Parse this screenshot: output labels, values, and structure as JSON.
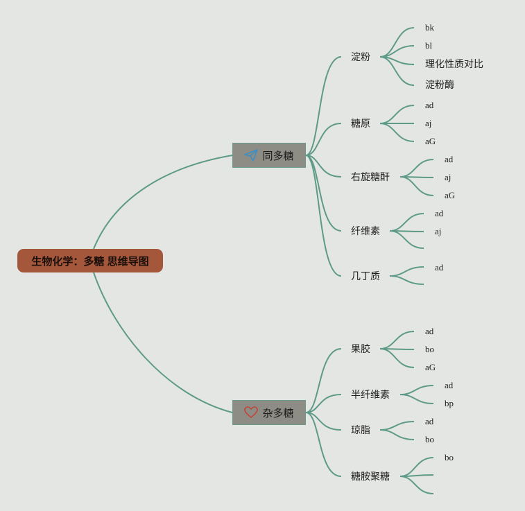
{
  "root": {
    "label": "生物化学：多糖 思维导图"
  },
  "branches": [
    {
      "label": "同多糖",
      "icon": "paper-plane-icon",
      "children": [
        {
          "label": "淀粉",
          "leaves": [
            "bk",
            "bl",
            "理化性质对比",
            "淀粉酶"
          ]
        },
        {
          "label": "糖原",
          "leaves": [
            "ad",
            "aj",
            "aG"
          ]
        },
        {
          "label": "右旋糖酐",
          "leaves": [
            "ad",
            "aj",
            "aG"
          ]
        },
        {
          "label": "纤维素",
          "leaves": [
            "ad",
            "aj",
            ""
          ]
        },
        {
          "label": "几丁质",
          "leaves": [
            "ad",
            ""
          ]
        }
      ]
    },
    {
      "label": "杂多糖",
      "icon": "heart-icon",
      "children": [
        {
          "label": "果胶",
          "leaves": [
            "ad",
            "bo",
            "aG"
          ]
        },
        {
          "label": "半纤维素",
          "leaves": [
            "ad",
            "bp"
          ]
        },
        {
          "label": "琼脂",
          "leaves": [
            "ad",
            "bo"
          ]
        },
        {
          "label": "糖胺聚糖",
          "leaves": [
            "bo",
            "",
            ""
          ]
        }
      ]
    }
  ],
  "colors": {
    "background": "#e4e6e3",
    "root": "#a4573a",
    "topic": "#8e8d85",
    "connector": "#5e9a88",
    "plane_icon": "#3b8fc4",
    "heart_icon": "#c0443a"
  }
}
